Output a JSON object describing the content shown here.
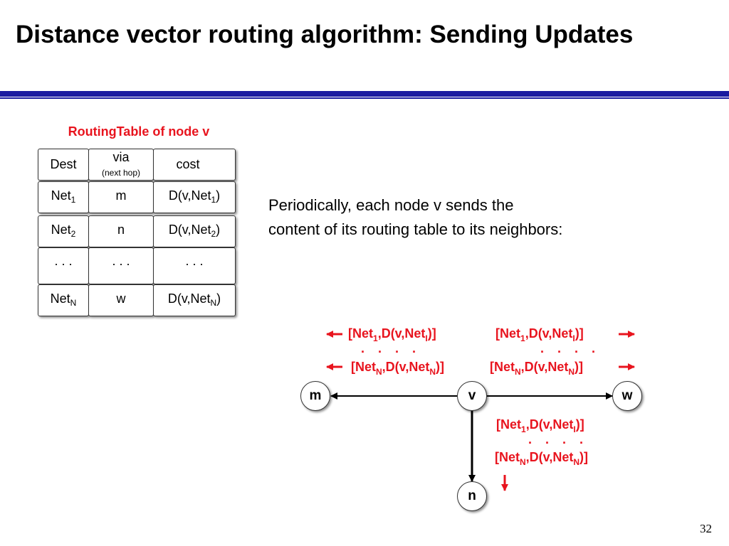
{
  "title": "Distance vector routing algorithm: Sending Updates",
  "page_number": "32",
  "routing_table": {
    "caption": "RoutingTable of node v",
    "header": {
      "dest": "Dest",
      "via": "via",
      "via_note": "(next hop)",
      "cost": "cost"
    },
    "rows": [
      {
        "dest": "Net",
        "dest_sub": "1",
        "via": "m",
        "cost": "D(v,Net",
        "cost_sub": "1",
        "cost_end": ")"
      },
      {
        "dest": "Net",
        "dest_sub": "2",
        "via": "n",
        "cost": "D(v,Net",
        "cost_sub": "2",
        "cost_end": ")"
      },
      {
        "dest": ". . .",
        "dest_sub": "",
        "via": ". . .",
        "cost": ". . .",
        "cost_sub": "",
        "cost_end": ""
      },
      {
        "dest": "Net",
        "dest_sub": "N",
        "via": "w",
        "cost": "D(v,Net",
        "cost_sub": "N",
        "cost_end": ")"
      }
    ]
  },
  "description": "Periodically, each node v sends the content of its routing table to its neighbors:",
  "network": {
    "nodes": {
      "m": "m",
      "v": "v",
      "w": "w",
      "n": "n"
    },
    "update": {
      "first_a": "[Net",
      "first_sub": "1",
      "first_b": ",D(v,Net",
      "first_sub2": "I",
      "first_c": ")]",
      "last_a": "[Net",
      "last_sub": "N",
      "last_b": ",D(v,Net",
      "last_sub2": "N",
      "last_c": ")]",
      "dots": ". . . ."
    },
    "colors": {
      "update": "#e8141e",
      "title_bar": "#1a1aa0"
    }
  }
}
